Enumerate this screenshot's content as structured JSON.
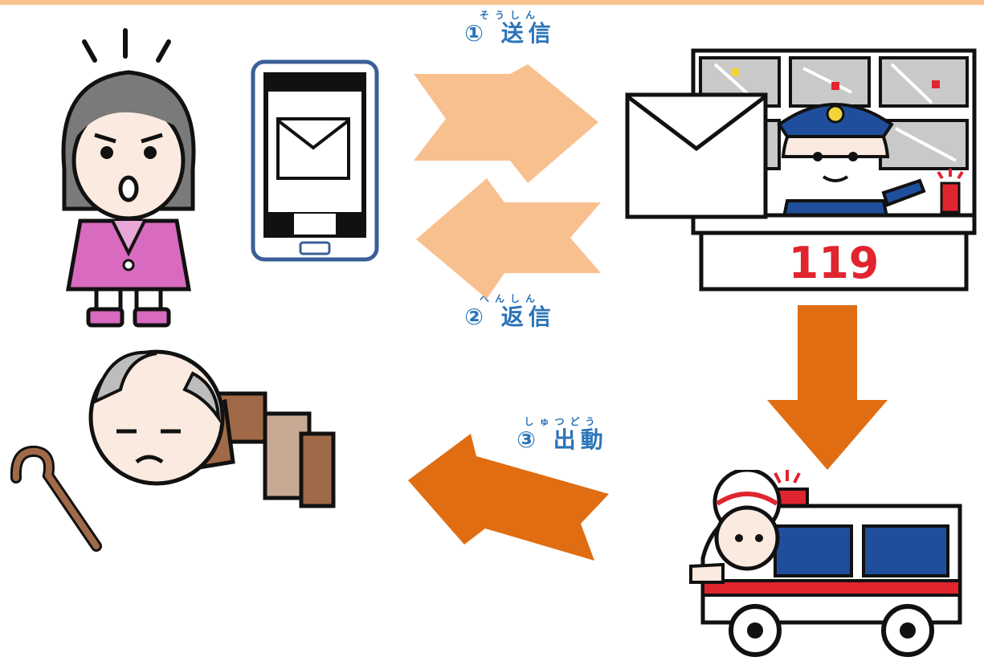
{
  "colors": {
    "accent_top": "#f9c28f",
    "arrow_light": "#f9c08f",
    "arrow_dark": "#e06d12",
    "label_blue": "#2b74b8",
    "phone_frame": "#3a5f98",
    "red": "#e0252f"
  },
  "steps": [
    {
      "number": "①",
      "ruby": "そうしん",
      "text": "送信"
    },
    {
      "number": "②",
      "ruby": "へんしん",
      "text": "返信"
    },
    {
      "number": "③",
      "ruby": "しゅつどう",
      "text": "出動"
    }
  ],
  "dispatch": {
    "sign": "119"
  },
  "icons": [
    "distressed-girl-icon",
    "smartphone-mail-icon",
    "send-arrow-icon",
    "return-arrow-icon",
    "dispatch-operator-icon",
    "mail-envelope-icon",
    "down-arrow-icon",
    "dispatch-arrow-icon",
    "collapsed-elderly-man-icon",
    "cane-icon",
    "ambulance-icon"
  ]
}
